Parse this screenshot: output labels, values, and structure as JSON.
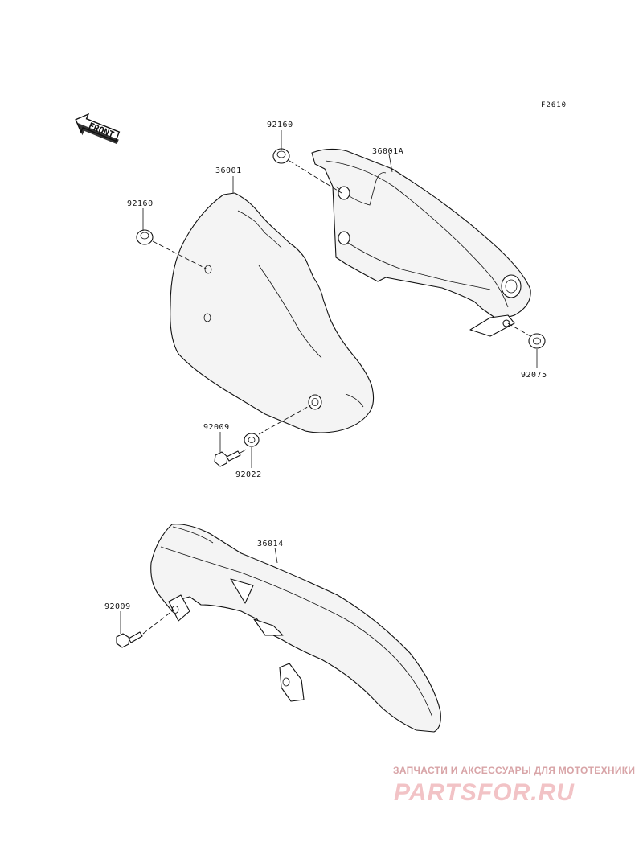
{
  "figure": {
    "code": "F2610",
    "direction_label": "FRONT"
  },
  "parts": {
    "cover_left": {
      "number": "36001"
    },
    "cover_right": {
      "number": "36001A"
    },
    "grommet_left": {
      "number": "92160"
    },
    "grommet_top": {
      "number": "92160"
    },
    "collar": {
      "number": "92075"
    },
    "bolt_upper": {
      "number": "92009"
    },
    "washer": {
      "number": "92022"
    },
    "chain_case": {
      "number": "36014"
    },
    "bolt_lower": {
      "number": "92009"
    }
  },
  "watermark": {
    "caption": "ЗАПЧАСТИ И АКСЕССУАРЫ ДЛЯ МОТОТЕХНИКИ",
    "logo": "PARTSFOR.RU",
    "color": "#f2c3c6"
  }
}
